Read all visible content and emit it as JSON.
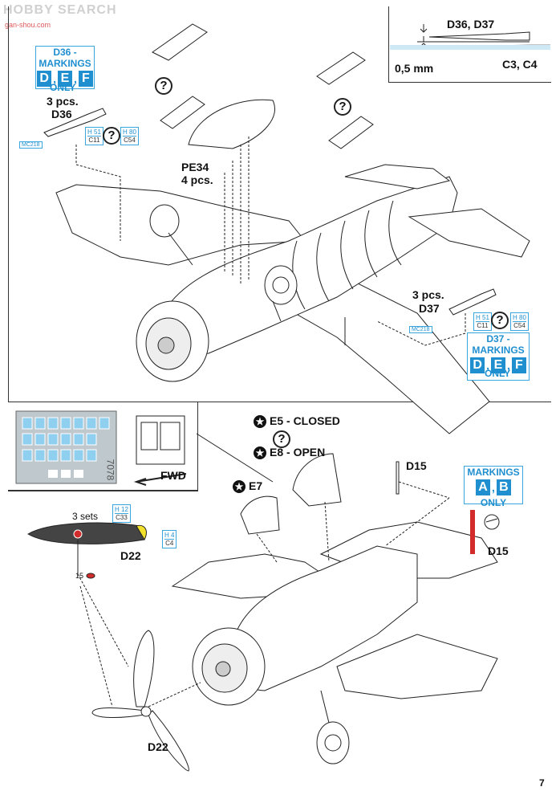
{
  "watermark": {
    "title": "HOBBY SEARCH",
    "sub": "gan-shou.com"
  },
  "page_number": "7",
  "top_right_inset": {
    "label": "D36, D37",
    "dimension": "0,5 mm",
    "parts": "C3, C4"
  },
  "d36": {
    "markings_title": "D36 -",
    "markings_word": "MARKINGS",
    "letters": [
      "D",
      "E",
      "F"
    ],
    "only": "ONLY",
    "qty": "3 pcs.",
    "part": "D36",
    "ref_top": "H 51",
    "ref_bottom": "C11",
    "ref2_top": "H 80",
    "ref2_bottom": "C54",
    "mc": "MC218"
  },
  "d37": {
    "markings_title": "D37 -",
    "markings_word": "MARKINGS",
    "letters": [
      "D",
      "E",
      "F"
    ],
    "only": "ONLY",
    "qty": "3 pcs.",
    "part": "D37",
    "ref_top": "H 51",
    "ref_bottom": "C11",
    "ref2_top": "H 80",
    "ref2_bottom": "C54",
    "mc": "MC218"
  },
  "pe34": {
    "part": "PE34",
    "qty": "4 pcs."
  },
  "question_mark": "?",
  "canopy": {
    "e5": "E5 - CLOSED",
    "e8": "E8 - OPEN",
    "e7": "E7",
    "fwd": "FWD",
    "mask_code": "7078"
  },
  "d15": {
    "part": "D15",
    "markings_word": "MARKINGS",
    "letters": [
      "A",
      "B"
    ],
    "only": "ONLY",
    "part2": "D15"
  },
  "prop": {
    "sets": "3 sets",
    "ref_top": "H 12",
    "ref_bottom": "C33",
    "ref2_top": "H 4",
    "ref2_bottom": "C4",
    "part": "D22",
    "decal": "15",
    "part_bottom": "D22"
  },
  "colors": {
    "accent": "#1f8fd0",
    "prop_tip": "#f2e02a",
    "antenna_red": "#d22b2b"
  }
}
